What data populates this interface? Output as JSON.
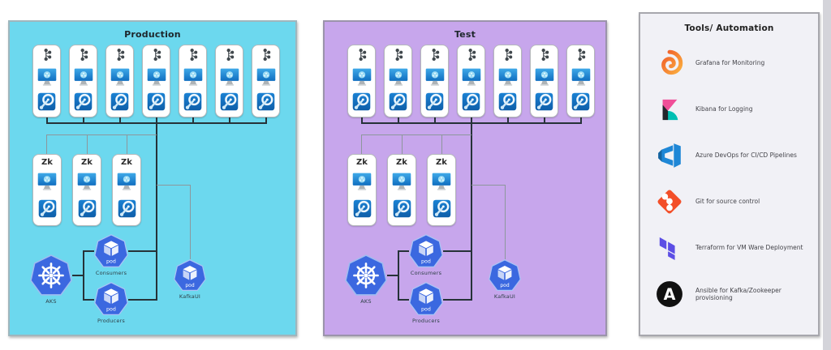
{
  "production": {
    "title": "Production",
    "broker_count": 7,
    "zookeeper_count": 3,
    "aks_label": "AKS",
    "consumers_label": "Consumers",
    "producers_label": "Producers",
    "kafka_ui_label": "KafkaUI"
  },
  "test": {
    "title": "Test",
    "broker_count": 7,
    "zookeeper_count": 3,
    "aks_label": "AKS",
    "consumers_label": "Consumers",
    "producers_label": "Producers",
    "kafka_ui_label": "KafkaUI"
  },
  "labels": {
    "zk": "Zk",
    "pod": "pod"
  },
  "tools": {
    "title": "Tools/ Automation",
    "items": [
      {
        "icon": "grafana-icon",
        "label": "Grafana for Monitoring"
      },
      {
        "icon": "kibana-icon",
        "label": "Kibana for Logging"
      },
      {
        "icon": "azure-devops-icon",
        "label": "Azure DevOps for CI/CD Pipelines"
      },
      {
        "icon": "git-icon",
        "label": "Git for source control"
      },
      {
        "icon": "terraform-icon",
        "label": "Terraform for VM Ware Deployment"
      },
      {
        "icon": "ansible-icon",
        "label": "Ansible for Kafka/Zookeeper provisioning"
      }
    ]
  },
  "colors": {
    "production_bg": "#6cd8ee",
    "test_bg": "#c7a6ec",
    "tools_bg": "#f1f1f6",
    "pod_blue": "#3b68e0",
    "line_dark": "#263238",
    "line_gray": "#8d979c",
    "grafana_orange": "#f05a28",
    "kibana_pink": "#f04e98",
    "kibana_teal": "#00bfb3",
    "azure_devops_blue": "#1f87d6",
    "git_red": "#f34f29",
    "terraform_purple": "#5c4ee5",
    "ansible_black": "#111111"
  }
}
